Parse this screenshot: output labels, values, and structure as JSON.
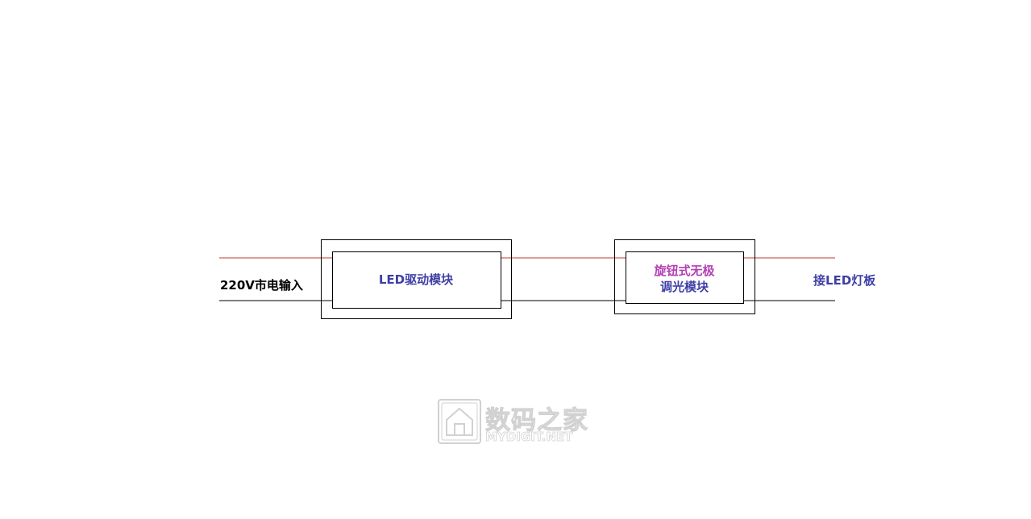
{
  "diagram": {
    "input_label": "220V市电输入",
    "driver_module_label": "LED驱动模块",
    "dimmer_module_label_line1": "旋钮式无极",
    "dimmer_module_label_line2": "调光模块",
    "output_label": "接LED灯板",
    "colors": {
      "live_wire": "#c0392b",
      "neutral_wire": "#000000",
      "box_border": "#000000",
      "label_blue": "#3f3fa6",
      "label_magenta": "#b43fb4"
    }
  },
  "watermark": {
    "text_cn": "数码之家",
    "text_en": "MYDIGIT.NET",
    "icon": "house-logo-icon"
  }
}
